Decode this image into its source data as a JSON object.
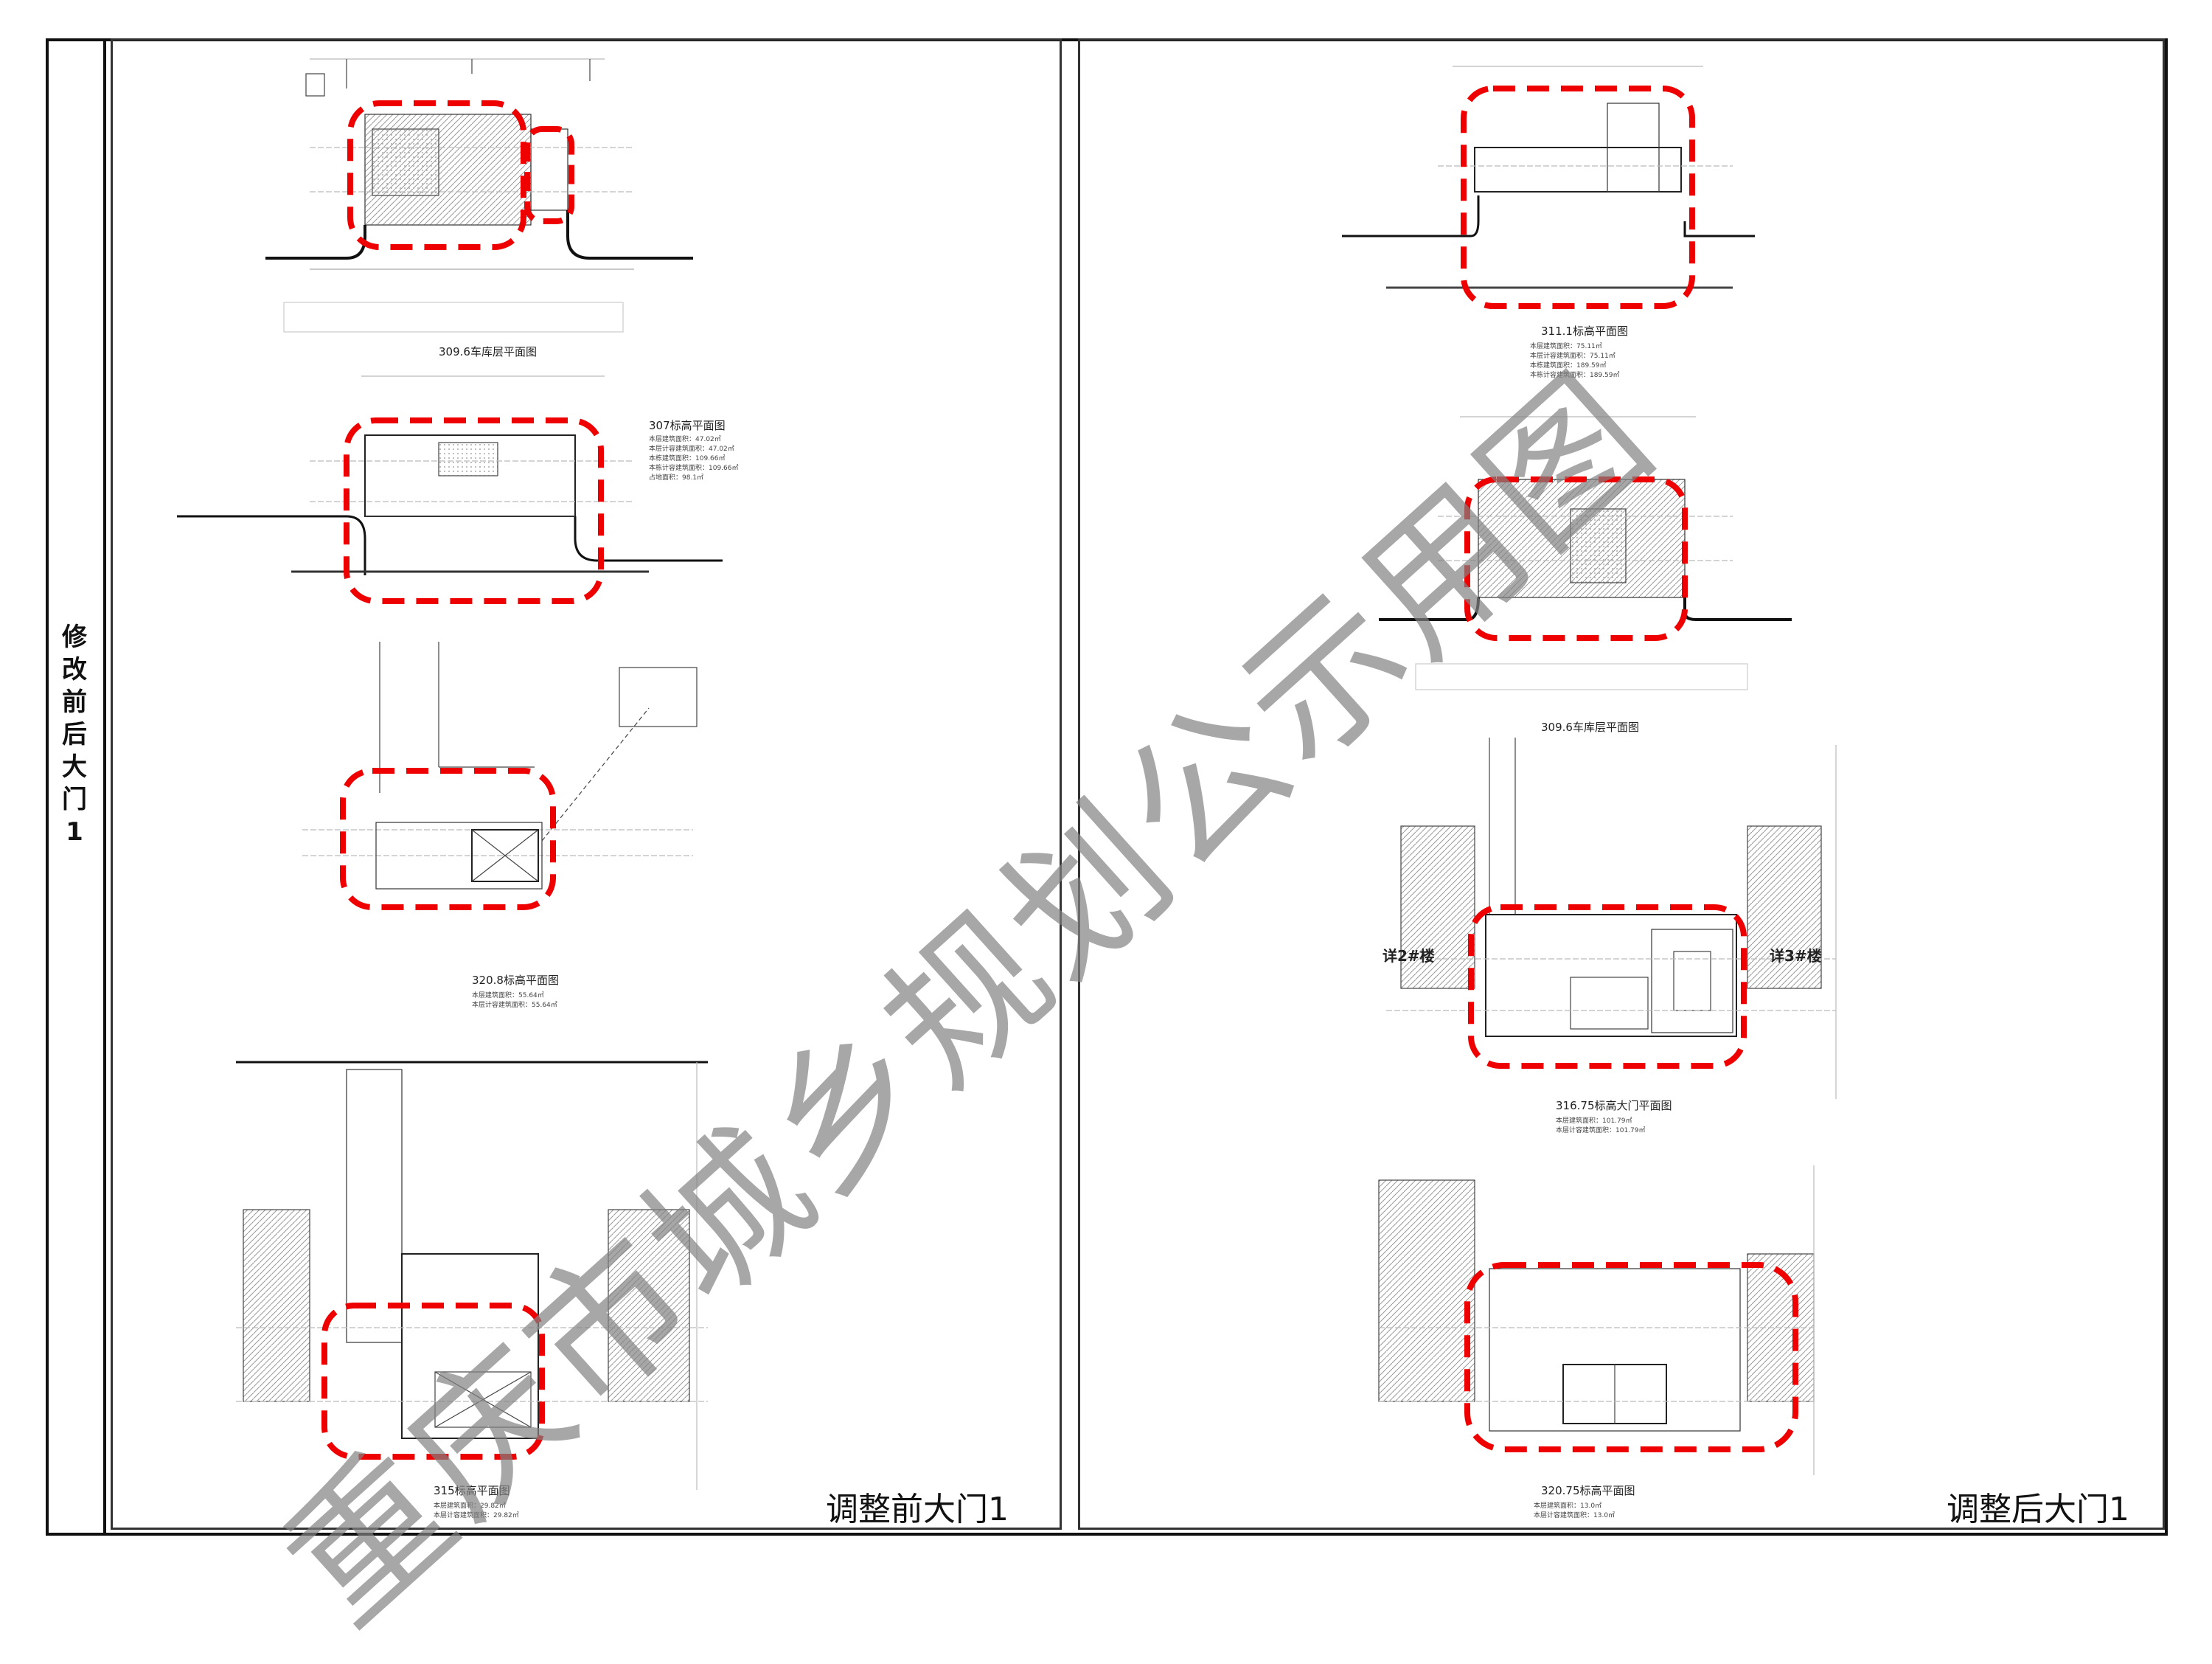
{
  "side_title": "修改前后大门1",
  "watermark": "重庆市城乡规划公示用图",
  "left_panel": {
    "caption": "调整前大门1",
    "drawings": [
      {
        "title": "309.6车库层平面图",
        "notes": []
      },
      {
        "title": "307标高平面图",
        "notes": [
          "本层建筑面积：47.02㎡",
          "本层计容建筑面积：47.02㎡",
          "本栋建筑面积：109.66㎡",
          "本栋计容建筑面积：109.66㎡",
          "占地面积：98.1㎡"
        ]
      },
      {
        "title": "320.8标高平面图",
        "notes": [
          "本层建筑面积：55.64㎡",
          "本层计容建筑面积：55.64㎡"
        ]
      },
      {
        "title": "315标高平面图",
        "notes": [
          "本层建筑面积：29.82㎡",
          "本层计容建筑面积：29.82㎡"
        ]
      }
    ]
  },
  "right_panel": {
    "caption": "调整后大门1",
    "drawings": [
      {
        "title": "311.1标高平面图",
        "notes": [
          "本层建筑面积：75.11㎡",
          "本层计容建筑面积：75.11㎡",
          "本栋建筑面积：189.59㎡",
          "本栋计容建筑面积：189.59㎡"
        ]
      },
      {
        "title": "309.6车库层平面图",
        "notes": []
      },
      {
        "title": "316.75标高大门平面图",
        "notes": [
          "本层建筑面积：101.79㎡",
          "本层计容建筑面积：101.79㎡"
        ],
        "side_labels": [
          "详2#楼",
          "详3#楼"
        ]
      },
      {
        "title": "320.75标高平面图",
        "notes": [
          "本层建筑面积：13.0㎡",
          "本层计容建筑面积：13.0㎡"
        ]
      }
    ]
  }
}
